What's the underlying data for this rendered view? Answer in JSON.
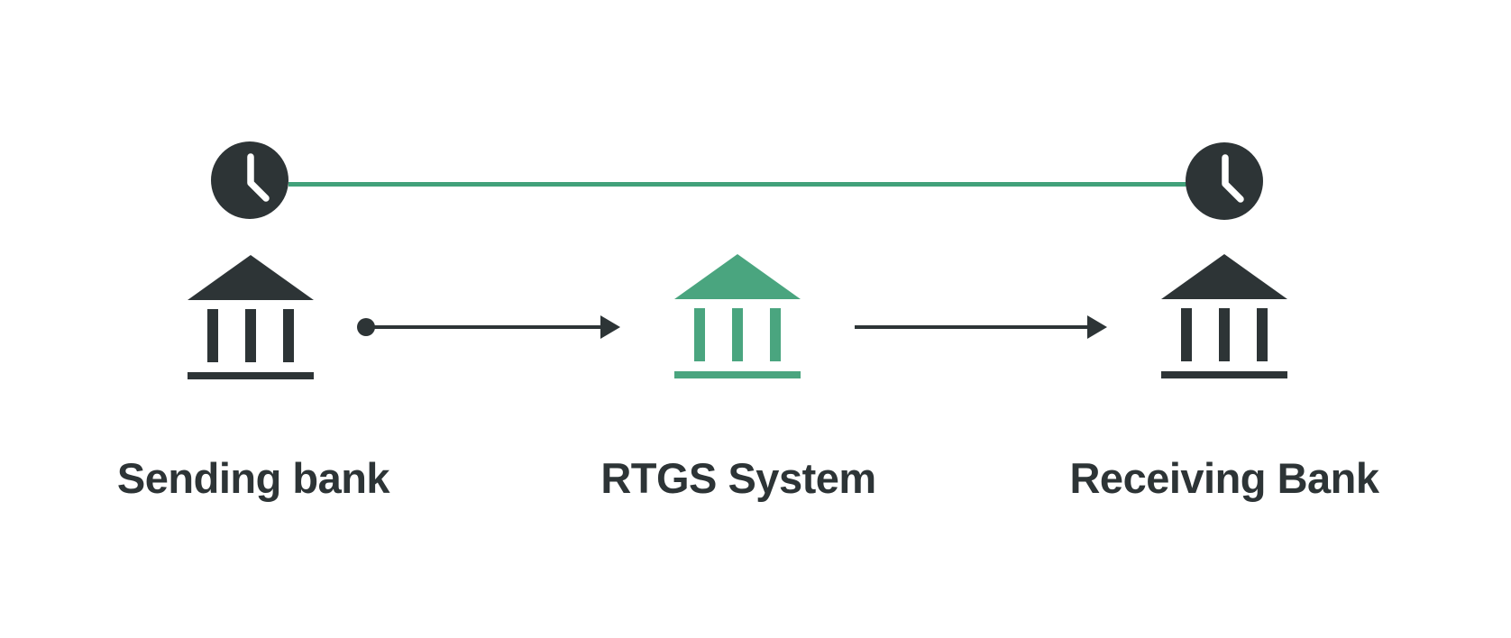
{
  "diagram": {
    "type": "flow",
    "description_visible_text_only": "Payment flow between banks over an RTGS system with a real-time clock timeline",
    "nodes": [
      {
        "id": "sending-bank",
        "label": "Sending bank",
        "icon": "bank-icon",
        "icon_color": "#2D3436"
      },
      {
        "id": "rtgs-system",
        "label": "RTGS System",
        "icon": "bank-icon",
        "icon_color": "#4AA57F"
      },
      {
        "id": "receiving-bank",
        "label": "Receiving Bank",
        "icon": "bank-icon",
        "icon_color": "#2D3436"
      }
    ],
    "arrows": [
      {
        "from": "sending-bank",
        "to": "rtgs-system",
        "style": "solid",
        "start_marker": "dot",
        "end_marker": "arrowhead",
        "color": "#2D3436"
      },
      {
        "from": "rtgs-system",
        "to": "receiving-bank",
        "style": "solid",
        "start_marker": "none",
        "end_marker": "arrowhead",
        "color": "#2D3436"
      }
    ],
    "timeline": {
      "left_icon": "clock-icon",
      "right_icon": "clock-icon",
      "connector_color": "#41A17A",
      "clock_color": "#2D3436"
    }
  },
  "colors": {
    "background": "#FFFFFF",
    "dark": "#2D3436",
    "green": "#4AA57F",
    "green_line": "#41A17A"
  }
}
